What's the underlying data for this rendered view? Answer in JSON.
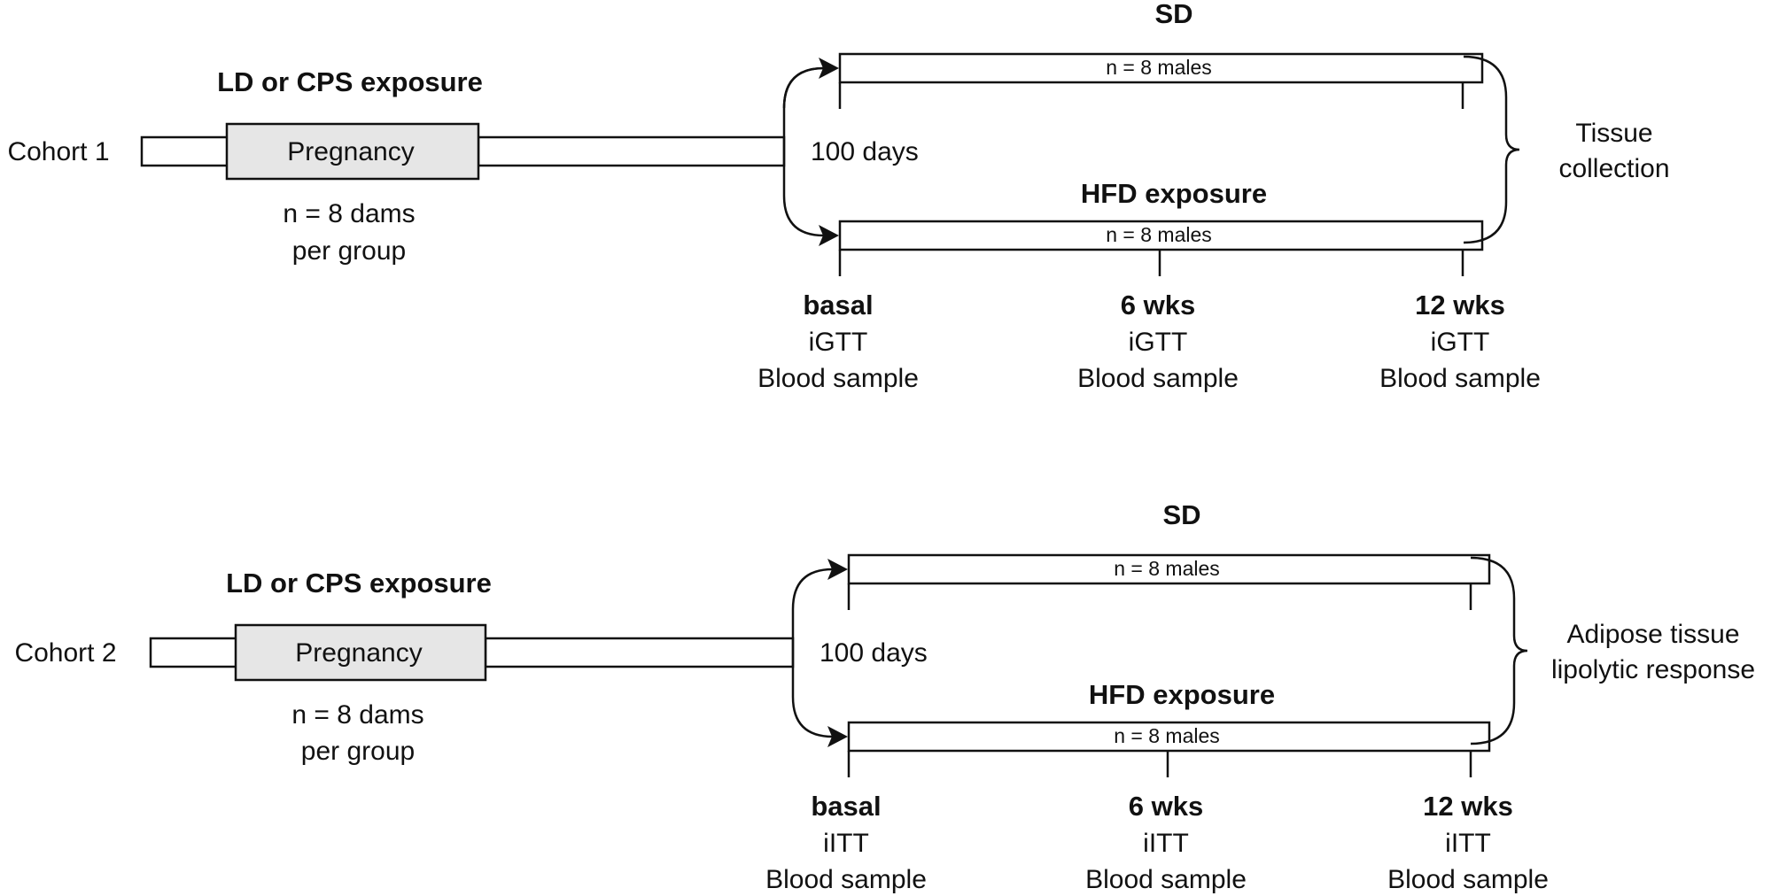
{
  "cohort1": {
    "label": "Cohort 1",
    "exposure_label": "LD or CPS exposure",
    "pregnancy_label": "Pregnancy",
    "dams_line1": "n = 8 dams",
    "dams_line2": "per group",
    "interval_label": "100 days",
    "sd_label": "SD",
    "sd_bar_label": "n = 8 males",
    "hfd_label": "HFD exposure",
    "hfd_bar_label": "n = 8 males",
    "outcome_line1": "Tissue",
    "outcome_line2": "collection",
    "timepoints": [
      {
        "time": "basal",
        "test": "iGTT",
        "sample": "Blood sample"
      },
      {
        "time": "6 wks",
        "test": "iGTT",
        "sample": "Blood sample"
      },
      {
        "time": "12 wks",
        "test": "iGTT",
        "sample": "Blood sample"
      }
    ]
  },
  "cohort2": {
    "label": "Cohort 2",
    "exposure_label": "LD or CPS exposure",
    "pregnancy_label": "Pregnancy",
    "dams_line1": "n = 8 dams",
    "dams_line2": "per group",
    "interval_label": "100 days",
    "sd_label": "SD",
    "sd_bar_label": "n = 8 males",
    "hfd_label": "HFD exposure",
    "hfd_bar_label": "n = 8 males",
    "outcome_line1": "Adipose tissue",
    "outcome_line2": "lipolytic response",
    "timepoints": [
      {
        "time": "basal",
        "test": "iITT",
        "sample": "Blood sample"
      },
      {
        "time": "6 wks",
        "test": "iITT",
        "sample": "Blood sample"
      },
      {
        "time": "12 wks",
        "test": "iITT",
        "sample": "Blood sample"
      }
    ]
  }
}
